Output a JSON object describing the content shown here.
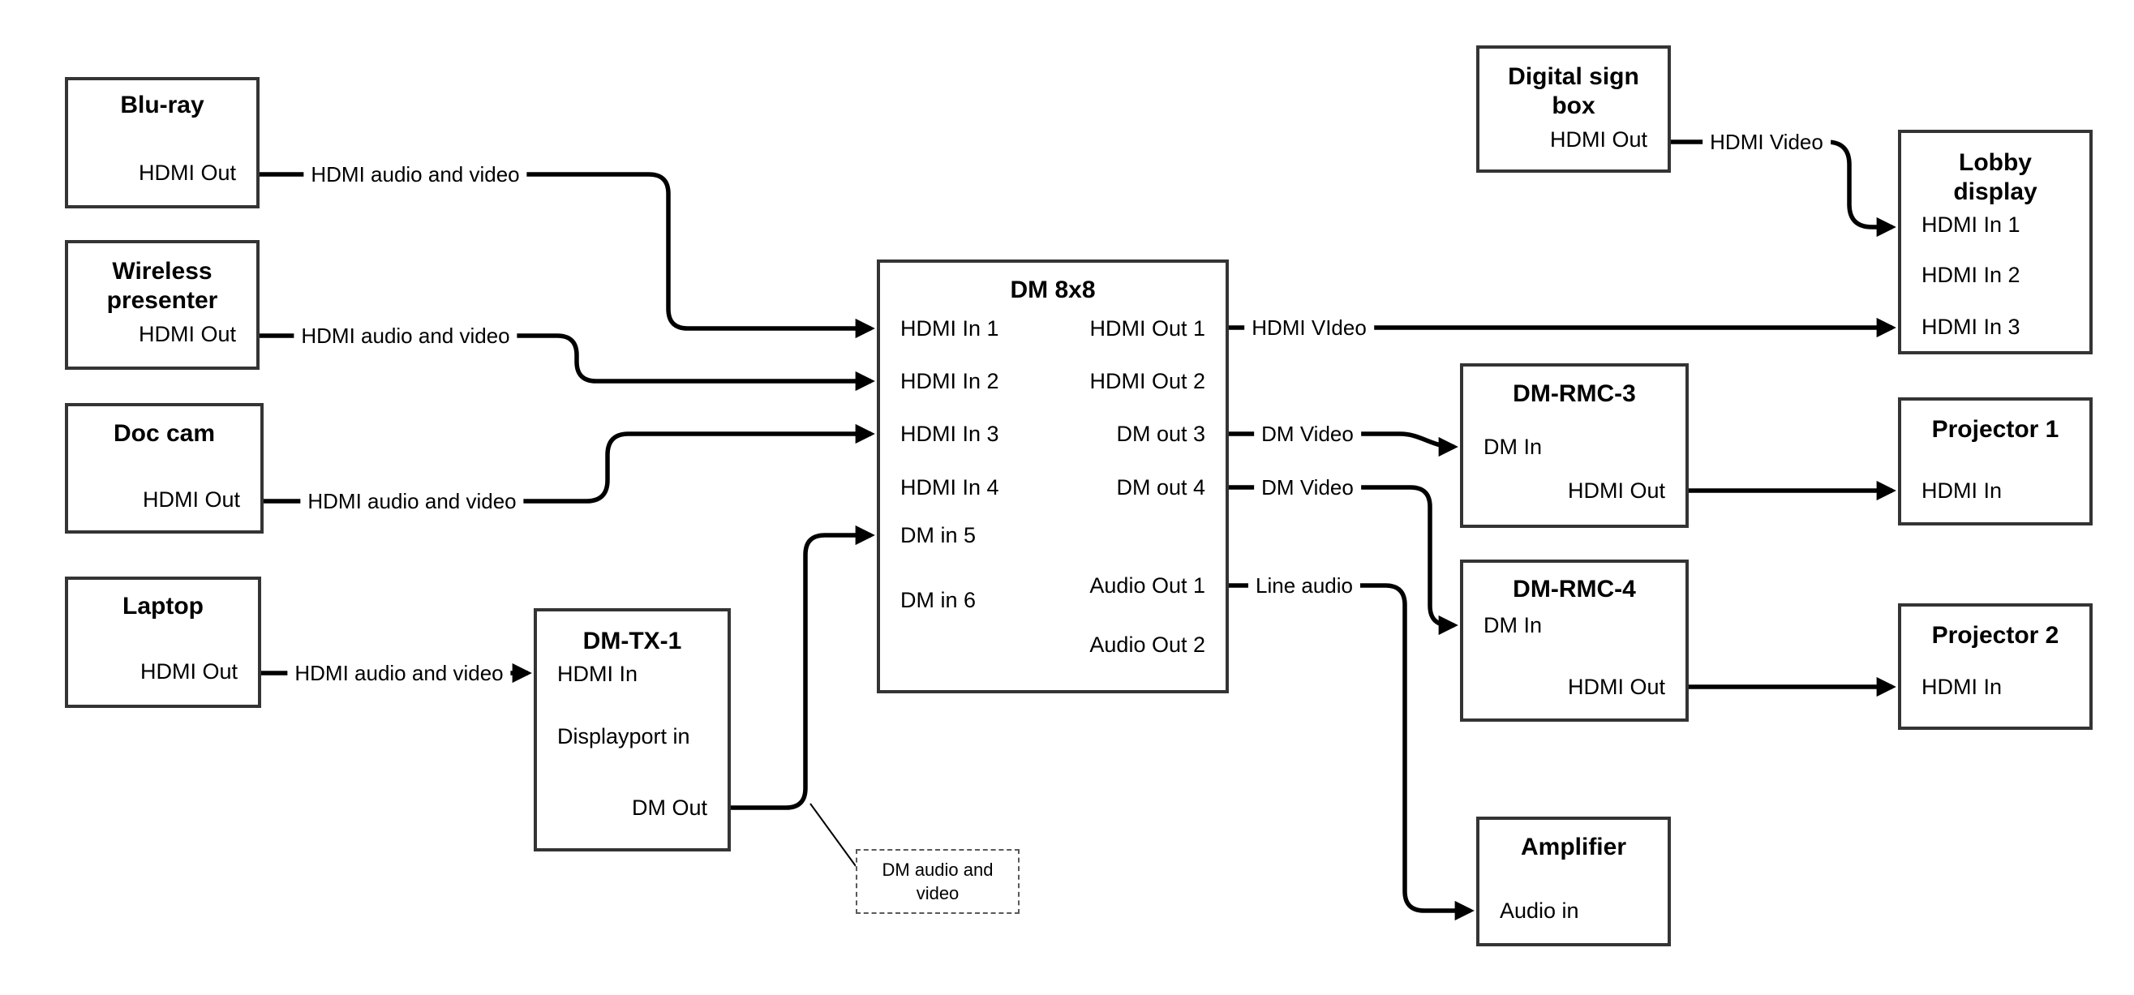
{
  "colors": {
    "background": "#ffffff",
    "box_border": "#343434",
    "line": "#000000",
    "text": "#000000"
  },
  "nodes": [
    {
      "id": "bluray",
      "title": [
        "Blu-ray"
      ],
      "ports": [
        {
          "id": "hdmi-out",
          "label": "HDMI Out",
          "side": "right"
        }
      ]
    },
    {
      "id": "wireless-presenter",
      "title": [
        "Wireless",
        "presenter"
      ],
      "ports": [
        {
          "id": "hdmi-out",
          "label": "HDMI Out",
          "side": "right"
        }
      ]
    },
    {
      "id": "doc-cam",
      "title": [
        "Doc cam"
      ],
      "ports": [
        {
          "id": "hdmi-out",
          "label": "HDMI Out",
          "side": "right"
        }
      ]
    },
    {
      "id": "laptop",
      "title": [
        "Laptop"
      ],
      "ports": [
        {
          "id": "hdmi-out",
          "label": "HDMI Out",
          "side": "right"
        }
      ]
    },
    {
      "id": "dm-tx-1",
      "title": [
        "DM-TX-1"
      ],
      "ports": [
        {
          "id": "hdmi-in",
          "label": "HDMI In",
          "side": "left"
        },
        {
          "id": "displayport-in",
          "label": "Displayport in",
          "side": "left"
        },
        {
          "id": "dm-out",
          "label": "DM Out",
          "side": "right"
        }
      ]
    },
    {
      "id": "dm-8x8",
      "title": [
        "DM 8x8"
      ],
      "ports": [
        {
          "id": "hdmi-in-1",
          "label": "HDMI In 1",
          "side": "left"
        },
        {
          "id": "hdmi-in-2",
          "label": "HDMI In 2",
          "side": "left"
        },
        {
          "id": "hdmi-in-3",
          "label": "HDMI In 3",
          "side": "left"
        },
        {
          "id": "hdmi-in-4",
          "label": "HDMI In 4",
          "side": "left"
        },
        {
          "id": "dm-in-5",
          "label": "DM in 5",
          "side": "left"
        },
        {
          "id": "dm-in-6",
          "label": "DM in 6",
          "side": "left"
        },
        {
          "id": "hdmi-out-1",
          "label": "HDMI Out 1",
          "side": "right"
        },
        {
          "id": "hdmi-out-2",
          "label": "HDMI Out 2",
          "side": "right"
        },
        {
          "id": "dm-out-3",
          "label": "DM out 3",
          "side": "right"
        },
        {
          "id": "dm-out-4",
          "label": "DM out 4",
          "side": "right"
        },
        {
          "id": "audio-out-1",
          "label": "Audio Out 1",
          "side": "right"
        },
        {
          "id": "audio-out-2",
          "label": "Audio Out 2",
          "side": "right"
        }
      ]
    },
    {
      "id": "digital-sign-box",
      "title": [
        "Digital sign",
        "box"
      ],
      "ports": [
        {
          "id": "hdmi-out",
          "label": "HDMI Out",
          "side": "right"
        }
      ]
    },
    {
      "id": "lobby-display",
      "title": [
        "Lobby",
        "display"
      ],
      "ports": [
        {
          "id": "hdmi-in-1",
          "label": "HDMI In 1",
          "side": "left"
        },
        {
          "id": "hdmi-in-2",
          "label": "HDMI In 2",
          "side": "left"
        },
        {
          "id": "hdmi-in-3",
          "label": "HDMI In 3",
          "side": "left"
        }
      ]
    },
    {
      "id": "dm-rmc-3",
      "title": [
        "DM-RMC-3"
      ],
      "ports": [
        {
          "id": "dm-in",
          "label": "DM In",
          "side": "left"
        },
        {
          "id": "hdmi-out",
          "label": "HDMI Out",
          "side": "right"
        }
      ]
    },
    {
      "id": "projector-1",
      "title": [
        "Projector 1"
      ],
      "ports": [
        {
          "id": "hdmi-in",
          "label": "HDMI In",
          "side": "left"
        }
      ]
    },
    {
      "id": "dm-rmc-4",
      "title": [
        "DM-RMC-4"
      ],
      "ports": [
        {
          "id": "dm-in",
          "label": "DM In",
          "side": "left"
        },
        {
          "id": "hdmi-out",
          "label": "HDMI Out",
          "side": "right"
        }
      ]
    },
    {
      "id": "projector-2",
      "title": [
        "Projector 2"
      ],
      "ports": [
        {
          "id": "hdmi-in",
          "label": "HDMI In",
          "side": "left"
        }
      ]
    },
    {
      "id": "amplifier",
      "title": [
        "Amplifier"
      ],
      "ports": [
        {
          "id": "audio-in",
          "label": "Audio in",
          "side": "left"
        }
      ]
    }
  ],
  "connections": [
    {
      "id": "c-bluray-dm8x8",
      "label": "HDMI audio and video",
      "from": "bluray.hdmi-out",
      "to": "dm-8x8.hdmi-in-1"
    },
    {
      "id": "c-wireless-dm8x8",
      "label": "HDMI audio and video",
      "from": "wireless-presenter.hdmi-out",
      "to": "dm-8x8.hdmi-in-2"
    },
    {
      "id": "c-doccam-dm8x8",
      "label": "HDMI audio and video",
      "from": "doc-cam.hdmi-out",
      "to": "dm-8x8.hdmi-in-3"
    },
    {
      "id": "c-laptop-dmtx1",
      "label": "HDMI audio and video",
      "from": "laptop.hdmi-out",
      "to": "dm-tx-1.hdmi-in"
    },
    {
      "id": "c-dmtx1-dm8x8",
      "label": "",
      "from": "dm-tx-1.dm-out",
      "to": "dm-8x8.dm-in-5"
    },
    {
      "id": "c-dm8x8-lobby",
      "label": "HDMI VIdeo",
      "from": "dm-8x8.hdmi-out-1",
      "to": "lobby-display.hdmi-in-3"
    },
    {
      "id": "c-digitalsign-lobby",
      "label": "HDMI Video",
      "from": "digital-sign-box.hdmi-out",
      "to": "lobby-display.hdmi-in-1"
    },
    {
      "id": "c-dm8x8-rmc3",
      "label": "DM Video",
      "from": "dm-8x8.dm-out-3",
      "to": "dm-rmc-3.dm-in"
    },
    {
      "id": "c-dm8x8-rmc4",
      "label": "DM Video",
      "from": "dm-8x8.dm-out-4",
      "to": "dm-rmc-4.dm-in"
    },
    {
      "id": "c-rmc3-proj1",
      "label": "",
      "from": "dm-rmc-3.hdmi-out",
      "to": "projector-1.hdmi-in"
    },
    {
      "id": "c-rmc4-proj2",
      "label": "",
      "from": "dm-rmc-4.hdmi-out",
      "to": "projector-2.hdmi-in"
    },
    {
      "id": "c-dm8x8-amp",
      "label": "Line audio",
      "from": "dm-8x8.audio-out-1",
      "to": "amplifier.audio-in"
    }
  ],
  "note": {
    "lines": [
      "DM audio and",
      "video"
    ]
  }
}
